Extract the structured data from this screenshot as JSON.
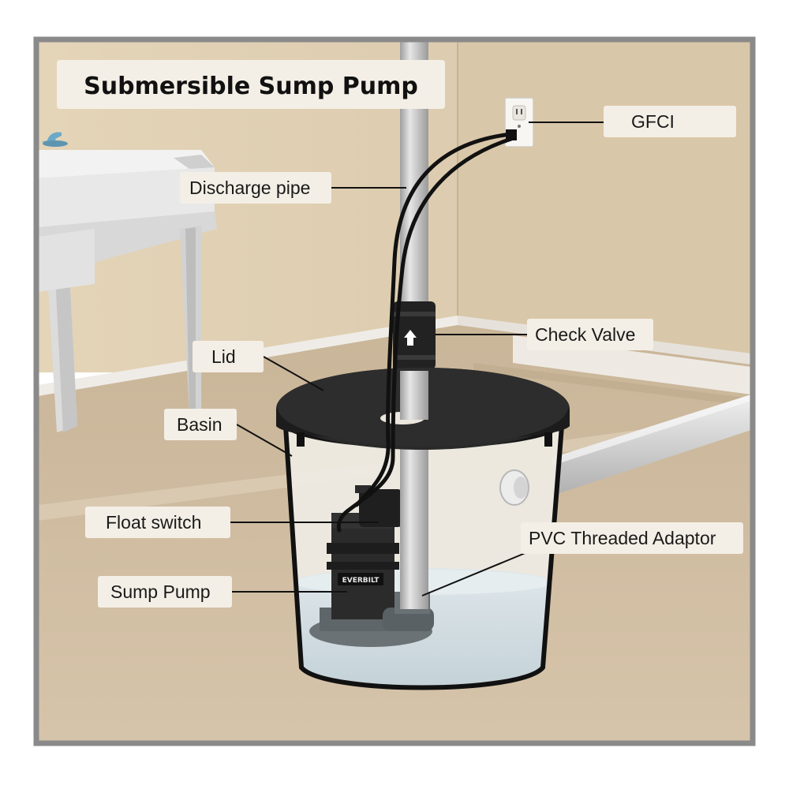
{
  "title": "Submersible Sump Pump",
  "pump_brand": "EVERBILT",
  "labels": {
    "gfci": "GFCI",
    "discharge_pipe": "Discharge pipe",
    "check_valve": "Check Valve",
    "lid": "Lid",
    "basin": "Basin",
    "float_switch": "Float switch",
    "pvc_adaptor": "PVC Threaded Adaptor",
    "sump_pump": "Sump Pump"
  },
  "colors": {
    "frame": "#8a8a8a",
    "wall": "#dccbb0",
    "floor": "#cfbba0",
    "baseboard": "#efece7",
    "pipe": "#b8b8b8",
    "lid": "#262626",
    "water": "#c9d6dc"
  }
}
